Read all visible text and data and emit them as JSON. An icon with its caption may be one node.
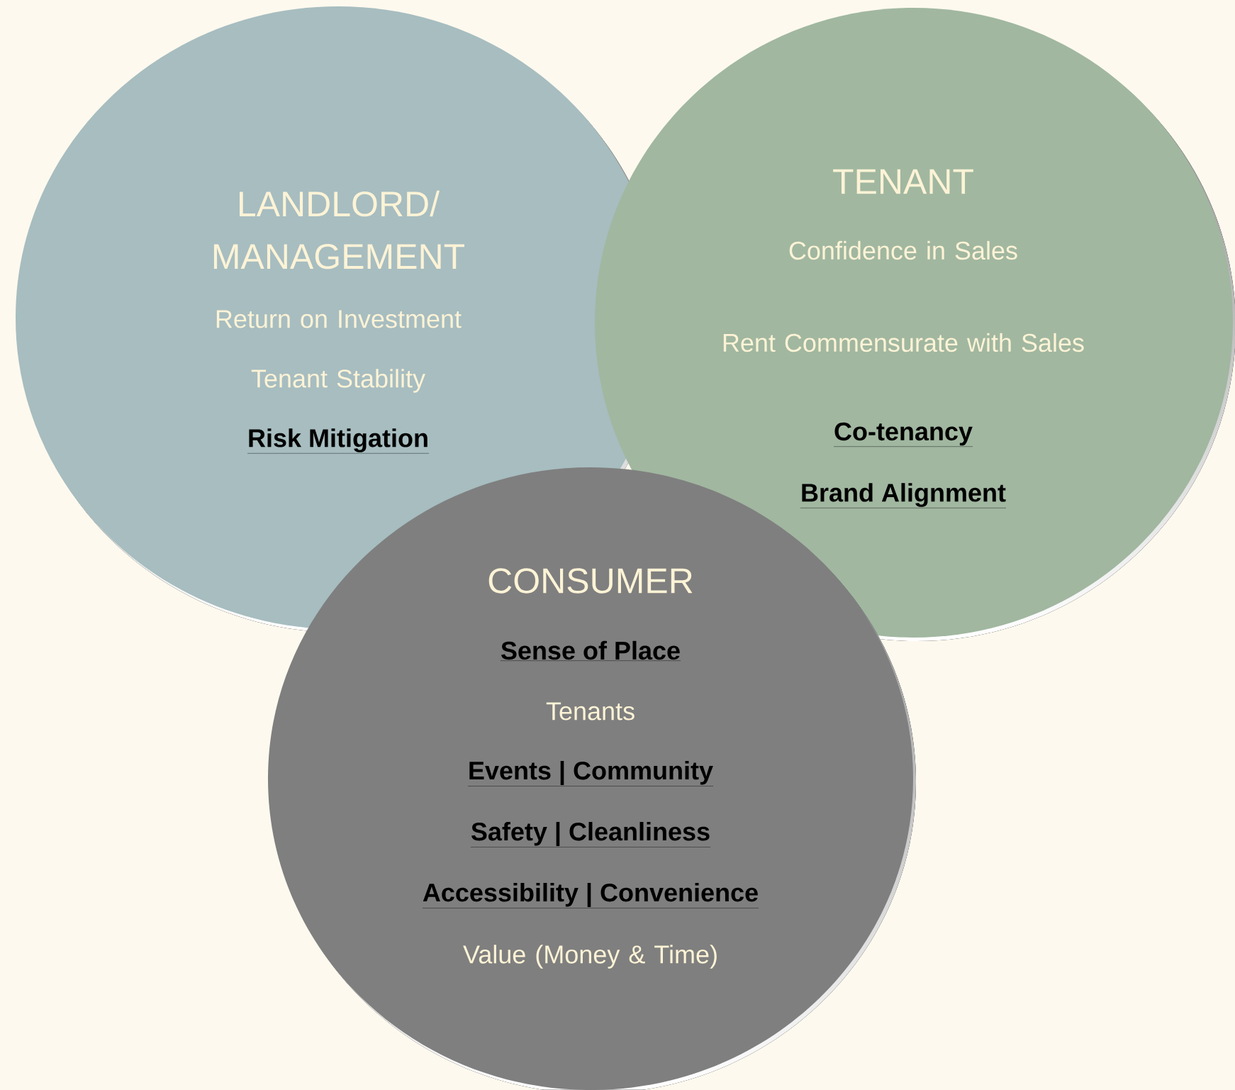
{
  "diagram": {
    "nodes": [
      {
        "text": [
          "LANDLORD/ MANAGEMENT",
          "Return on Investment",
          "Tenant Stability",
          "Risk Mitigation"
        ]
      },
      {
        "text": [
          "TENANT",
          "Confidence in Sales",
          "Rent Commensurate with Sales",
          "Co-tenancy",
          "Brand Alignment"
        ]
      },
      {
        "text": [
          "CONSUMER",
          "Sense of Place",
          "Tenants",
          "Events | Community",
          "Safety | Cleanliness",
          "Accessibility | Convenience",
          "Value (Money & Time)"
        ]
      }
    ]
  }
}
